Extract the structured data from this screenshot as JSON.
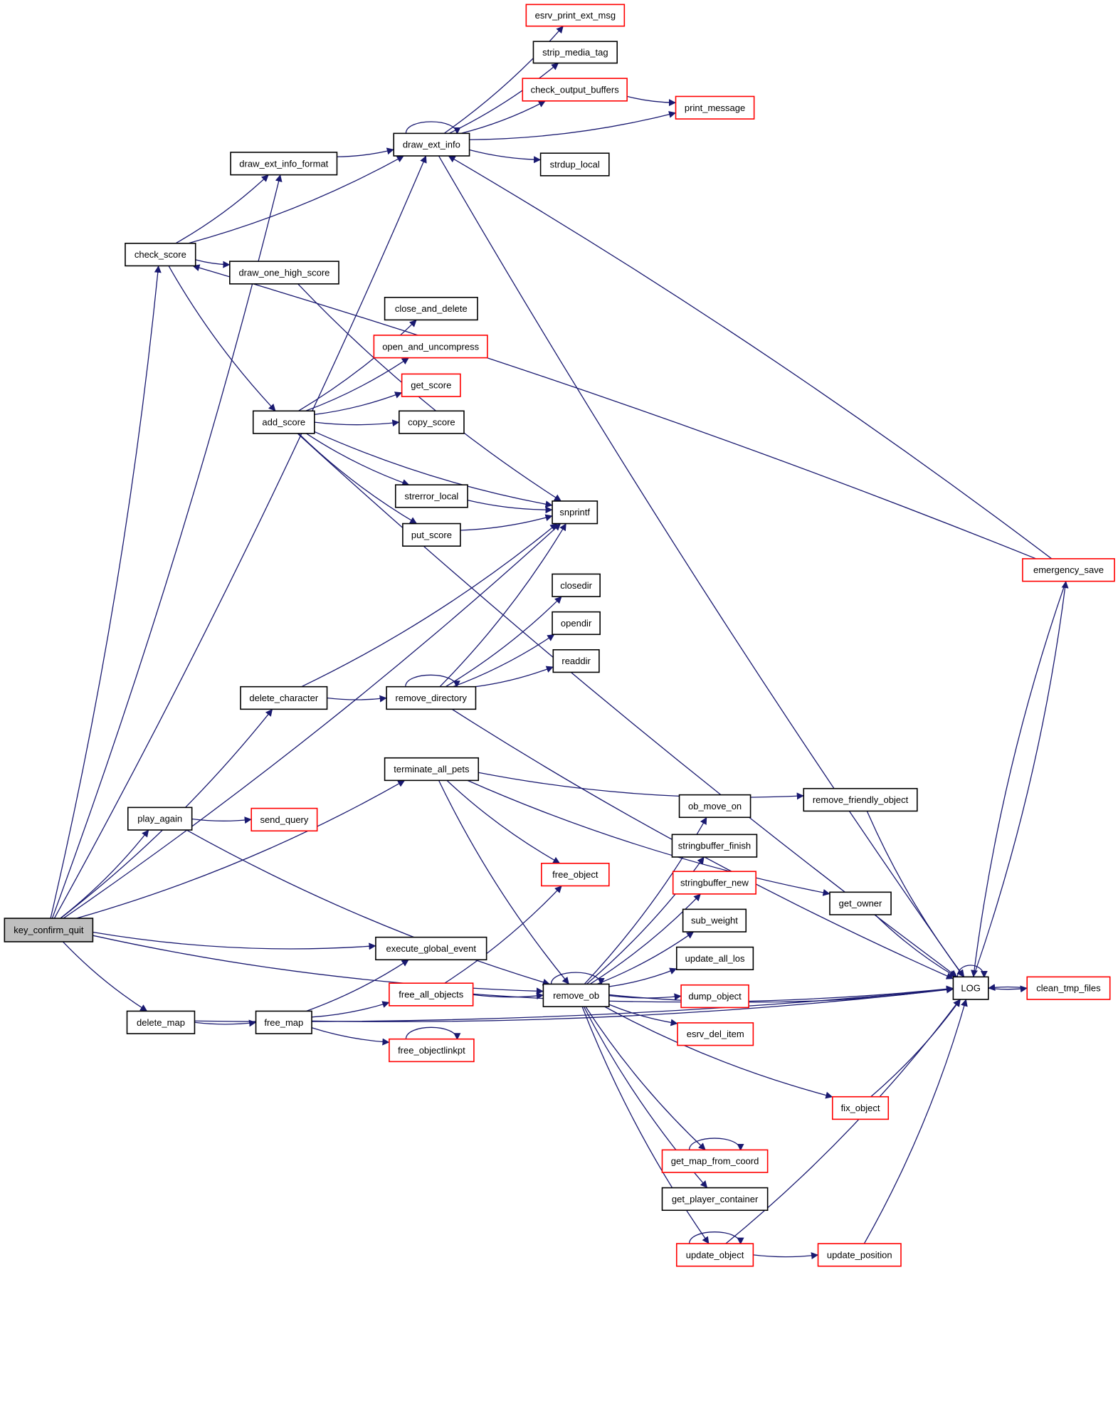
{
  "graph": {
    "accent_colors": {
      "edge": "#191970",
      "truncated_node_border": "#ff0000",
      "normal_node_border": "#000000",
      "root_fill": "#bfbfbf"
    },
    "nodes": [
      {
        "id": "key_confirm_quit",
        "label": "key_confirm_quit",
        "style": "root"
      },
      {
        "id": "esrv_print_ext_msg",
        "label": "esrv_print_ext_msg",
        "style": "red"
      },
      {
        "id": "strip_media_tag",
        "label": "strip_media_tag",
        "style": "black"
      },
      {
        "id": "check_output_buffers",
        "label": "check_output_buffers",
        "style": "red"
      },
      {
        "id": "print_message",
        "label": "print_message",
        "style": "red"
      },
      {
        "id": "draw_ext_info",
        "label": "draw_ext_info",
        "style": "black"
      },
      {
        "id": "draw_ext_info_format",
        "label": "draw_ext_info_format",
        "style": "black"
      },
      {
        "id": "strdup_local",
        "label": "strdup_local",
        "style": "black"
      },
      {
        "id": "check_score",
        "label": "check_score",
        "style": "black"
      },
      {
        "id": "draw_one_high_score",
        "label": "draw_one_high_score",
        "style": "black"
      },
      {
        "id": "close_and_delete",
        "label": "close_and_delete",
        "style": "black"
      },
      {
        "id": "open_and_uncompress",
        "label": "open_and_uncompress",
        "style": "red"
      },
      {
        "id": "get_score",
        "label": "get_score",
        "style": "red"
      },
      {
        "id": "add_score",
        "label": "add_score",
        "style": "black"
      },
      {
        "id": "copy_score",
        "label": "copy_score",
        "style": "black"
      },
      {
        "id": "strerror_local",
        "label": "strerror_local",
        "style": "black"
      },
      {
        "id": "snprintf",
        "label": "snprintf",
        "style": "black"
      },
      {
        "id": "put_score",
        "label": "put_score",
        "style": "black"
      },
      {
        "id": "emergency_save",
        "label": "emergency_save",
        "style": "red"
      },
      {
        "id": "closedir",
        "label": "closedir",
        "style": "black"
      },
      {
        "id": "opendir",
        "label": "opendir",
        "style": "black"
      },
      {
        "id": "readdir",
        "label": "readdir",
        "style": "black"
      },
      {
        "id": "delete_character",
        "label": "delete_character",
        "style": "black"
      },
      {
        "id": "remove_directory",
        "label": "remove_directory",
        "style": "black"
      },
      {
        "id": "terminate_all_pets",
        "label": "terminate_all_pets",
        "style": "black"
      },
      {
        "id": "remove_friendly_object",
        "label": "remove_friendly_object",
        "style": "black"
      },
      {
        "id": "ob_move_on",
        "label": "ob_move_on",
        "style": "black"
      },
      {
        "id": "play_again",
        "label": "play_again",
        "style": "black"
      },
      {
        "id": "send_query",
        "label": "send_query",
        "style": "red"
      },
      {
        "id": "stringbuffer_finish",
        "label": "stringbuffer_finish",
        "style": "black"
      },
      {
        "id": "free_object",
        "label": "free_object",
        "style": "red"
      },
      {
        "id": "stringbuffer_new",
        "label": "stringbuffer_new",
        "style": "red"
      },
      {
        "id": "get_owner",
        "label": "get_owner",
        "style": "black"
      },
      {
        "id": "sub_weight",
        "label": "sub_weight",
        "style": "black"
      },
      {
        "id": "execute_global_event",
        "label": "execute_global_event",
        "style": "black"
      },
      {
        "id": "update_all_los",
        "label": "update_all_los",
        "style": "black"
      },
      {
        "id": "LOG",
        "label": "LOG",
        "style": "black"
      },
      {
        "id": "clean_tmp_files",
        "label": "clean_tmp_files",
        "style": "red"
      },
      {
        "id": "free_all_objects",
        "label": "free_all_objects",
        "style": "red"
      },
      {
        "id": "remove_ob",
        "label": "remove_ob",
        "style": "black"
      },
      {
        "id": "dump_object",
        "label": "dump_object",
        "style": "red"
      },
      {
        "id": "delete_map",
        "label": "delete_map",
        "style": "black"
      },
      {
        "id": "free_map",
        "label": "free_map",
        "style": "black"
      },
      {
        "id": "esrv_del_item",
        "label": "esrv_del_item",
        "style": "red"
      },
      {
        "id": "free_objectlinkpt",
        "label": "free_objectlinkpt",
        "style": "red"
      },
      {
        "id": "fix_object",
        "label": "fix_object",
        "style": "red"
      },
      {
        "id": "get_map_from_coord",
        "label": "get_map_from_coord",
        "style": "red"
      },
      {
        "id": "get_player_container",
        "label": "get_player_container",
        "style": "black"
      },
      {
        "id": "update_object",
        "label": "update_object",
        "style": "red"
      },
      {
        "id": "update_position",
        "label": "update_position",
        "style": "red"
      }
    ],
    "edges": [
      [
        "key_confirm_quit",
        "draw_ext_info"
      ],
      [
        "key_confirm_quit",
        "draw_ext_info_format"
      ],
      [
        "key_confirm_quit",
        "check_score"
      ],
      [
        "key_confirm_quit",
        "snprintf"
      ],
      [
        "key_confirm_quit",
        "delete_character"
      ],
      [
        "key_confirm_quit",
        "terminate_all_pets"
      ],
      [
        "key_confirm_quit",
        "play_again"
      ],
      [
        "key_confirm_quit",
        "remove_ob"
      ],
      [
        "key_confirm_quit",
        "execute_global_event"
      ],
      [
        "key_confirm_quit",
        "delete_map"
      ],
      [
        "draw_ext_info",
        "esrv_print_ext_msg"
      ],
      [
        "draw_ext_info",
        "strip_media_tag"
      ],
      [
        "draw_ext_info",
        "check_output_buffers"
      ],
      [
        "draw_ext_info",
        "print_message"
      ],
      [
        "draw_ext_info",
        "strdup_local"
      ],
      [
        "draw_ext_info",
        "draw_ext_info"
      ],
      [
        "draw_ext_info",
        "LOG"
      ],
      [
        "check_output_buffers",
        "print_message"
      ],
      [
        "draw_ext_info_format",
        "draw_ext_info"
      ],
      [
        "check_score",
        "draw_ext_info_format"
      ],
      [
        "check_score",
        "draw_ext_info"
      ],
      [
        "check_score",
        "draw_one_high_score"
      ],
      [
        "check_score",
        "add_score"
      ],
      [
        "draw_one_high_score",
        "snprintf"
      ],
      [
        "add_score",
        "close_and_delete"
      ],
      [
        "add_score",
        "open_and_uncompress"
      ],
      [
        "add_score",
        "get_score"
      ],
      [
        "add_score",
        "copy_score"
      ],
      [
        "add_score",
        "strerror_local"
      ],
      [
        "add_score",
        "put_score"
      ],
      [
        "add_score",
        "snprintf"
      ],
      [
        "add_score",
        "LOG"
      ],
      [
        "strerror_local",
        "snprintf"
      ],
      [
        "put_score",
        "snprintf"
      ],
      [
        "emergency_save",
        "draw_ext_info"
      ],
      [
        "emergency_save",
        "check_score"
      ],
      [
        "emergency_save",
        "LOG"
      ],
      [
        "delete_character",
        "remove_directory"
      ],
      [
        "delete_character",
        "snprintf"
      ],
      [
        "remove_directory",
        "closedir"
      ],
      [
        "remove_directory",
        "opendir"
      ],
      [
        "remove_directory",
        "readdir"
      ],
      [
        "remove_directory",
        "remove_directory"
      ],
      [
        "remove_directory",
        "snprintf"
      ],
      [
        "remove_directory",
        "LOG"
      ],
      [
        "terminate_all_pets",
        "remove_friendly_object"
      ],
      [
        "terminate_all_pets",
        "get_owner"
      ],
      [
        "terminate_all_pets",
        "free_object"
      ],
      [
        "terminate_all_pets",
        "remove_ob"
      ],
      [
        "remove_friendly_object",
        "LOG"
      ],
      [
        "get_owner",
        "LOG"
      ],
      [
        "play_again",
        "send_query"
      ],
      [
        "play_again",
        "remove_ob"
      ],
      [
        "remove_ob",
        "ob_move_on"
      ],
      [
        "remove_ob",
        "stringbuffer_finish"
      ],
      [
        "remove_ob",
        "stringbuffer_new"
      ],
      [
        "remove_ob",
        "sub_weight"
      ],
      [
        "remove_ob",
        "update_all_los"
      ],
      [
        "remove_ob",
        "dump_object"
      ],
      [
        "remove_ob",
        "esrv_del_item"
      ],
      [
        "remove_ob",
        "LOG"
      ],
      [
        "remove_ob",
        "fix_object"
      ],
      [
        "remove_ob",
        "get_map_from_coord"
      ],
      [
        "remove_ob",
        "get_player_container"
      ],
      [
        "remove_ob",
        "update_object"
      ],
      [
        "remove_ob",
        "remove_ob"
      ],
      [
        "LOG",
        "clean_tmp_files"
      ],
      [
        "clean_tmp_files",
        "LOG"
      ],
      [
        "LOG",
        "LOG"
      ],
      [
        "LOG",
        "emergency_save"
      ],
      [
        "delete_map",
        "free_map"
      ],
      [
        "delete_map",
        "LOG"
      ],
      [
        "free_map",
        "execute_global_event"
      ],
      [
        "free_map",
        "free_all_objects"
      ],
      [
        "free_map",
        "free_objectlinkpt"
      ],
      [
        "free_map",
        "LOG"
      ],
      [
        "free_all_objects",
        "free_object"
      ],
      [
        "free_all_objects",
        "remove_ob"
      ],
      [
        "free_all_objects",
        "LOG"
      ],
      [
        "free_objectlinkpt",
        "free_objectlinkpt"
      ],
      [
        "fix_object",
        "LOG"
      ],
      [
        "get_map_from_coord",
        "get_map_from_coord"
      ],
      [
        "update_object",
        "update_object"
      ],
      [
        "update_object",
        "update_position"
      ],
      [
        "update_object",
        "LOG"
      ],
      [
        "update_position",
        "LOG"
      ]
    ]
  }
}
